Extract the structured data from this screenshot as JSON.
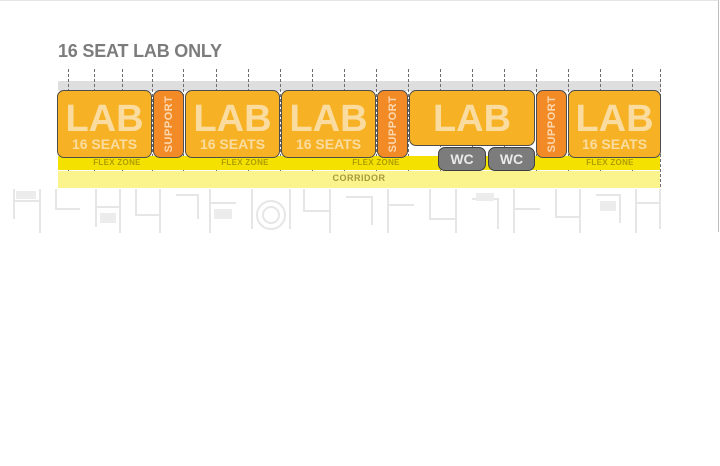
{
  "title": "16 SEAT LAB ONLY",
  "corridor_label": "CORRIDOR",
  "flex_zones": [
    "FLEX ZONE",
    "FLEX ZONE",
    "FLEX ZONE",
    "FLEX ZONE"
  ],
  "rooms": {
    "lab_1": {
      "label": "LAB",
      "seats": "16 SEATS"
    },
    "support_1": {
      "label": "SUPPORT"
    },
    "lab_2": {
      "label": "LAB",
      "seats": "16 SEATS"
    },
    "lab_3": {
      "label": "LAB",
      "seats": "16 SEATS"
    },
    "support_2": {
      "label": "SUPPORT"
    },
    "lab_4": {
      "label": "LAB"
    },
    "wc_1": {
      "label": "WC"
    },
    "wc_2": {
      "label": "WC"
    },
    "support_3": {
      "label": "SUPPORT"
    },
    "lab_5": {
      "label": "LAB",
      "seats": "16 SEATS"
    }
  },
  "colors": {
    "lab": "#f6b224",
    "support": "#f28a26",
    "wc": "#7c7c7c",
    "flex_zone": "#f5e100",
    "corridor": "#fbf38c"
  }
}
